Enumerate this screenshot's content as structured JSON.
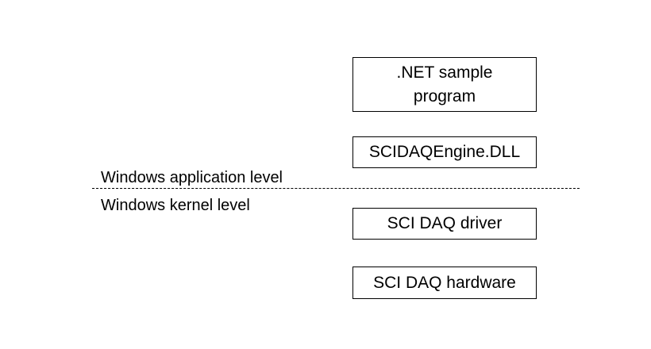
{
  "boxes": {
    "net_sample": ".NET sample\nprogram",
    "engine_dll": "SCIDAQEngine.DLL",
    "driver": "SCI DAQ driver",
    "hardware": "SCI DAQ hardware"
  },
  "levels": {
    "application": "Windows application level",
    "kernel": "Windows kernel level"
  }
}
